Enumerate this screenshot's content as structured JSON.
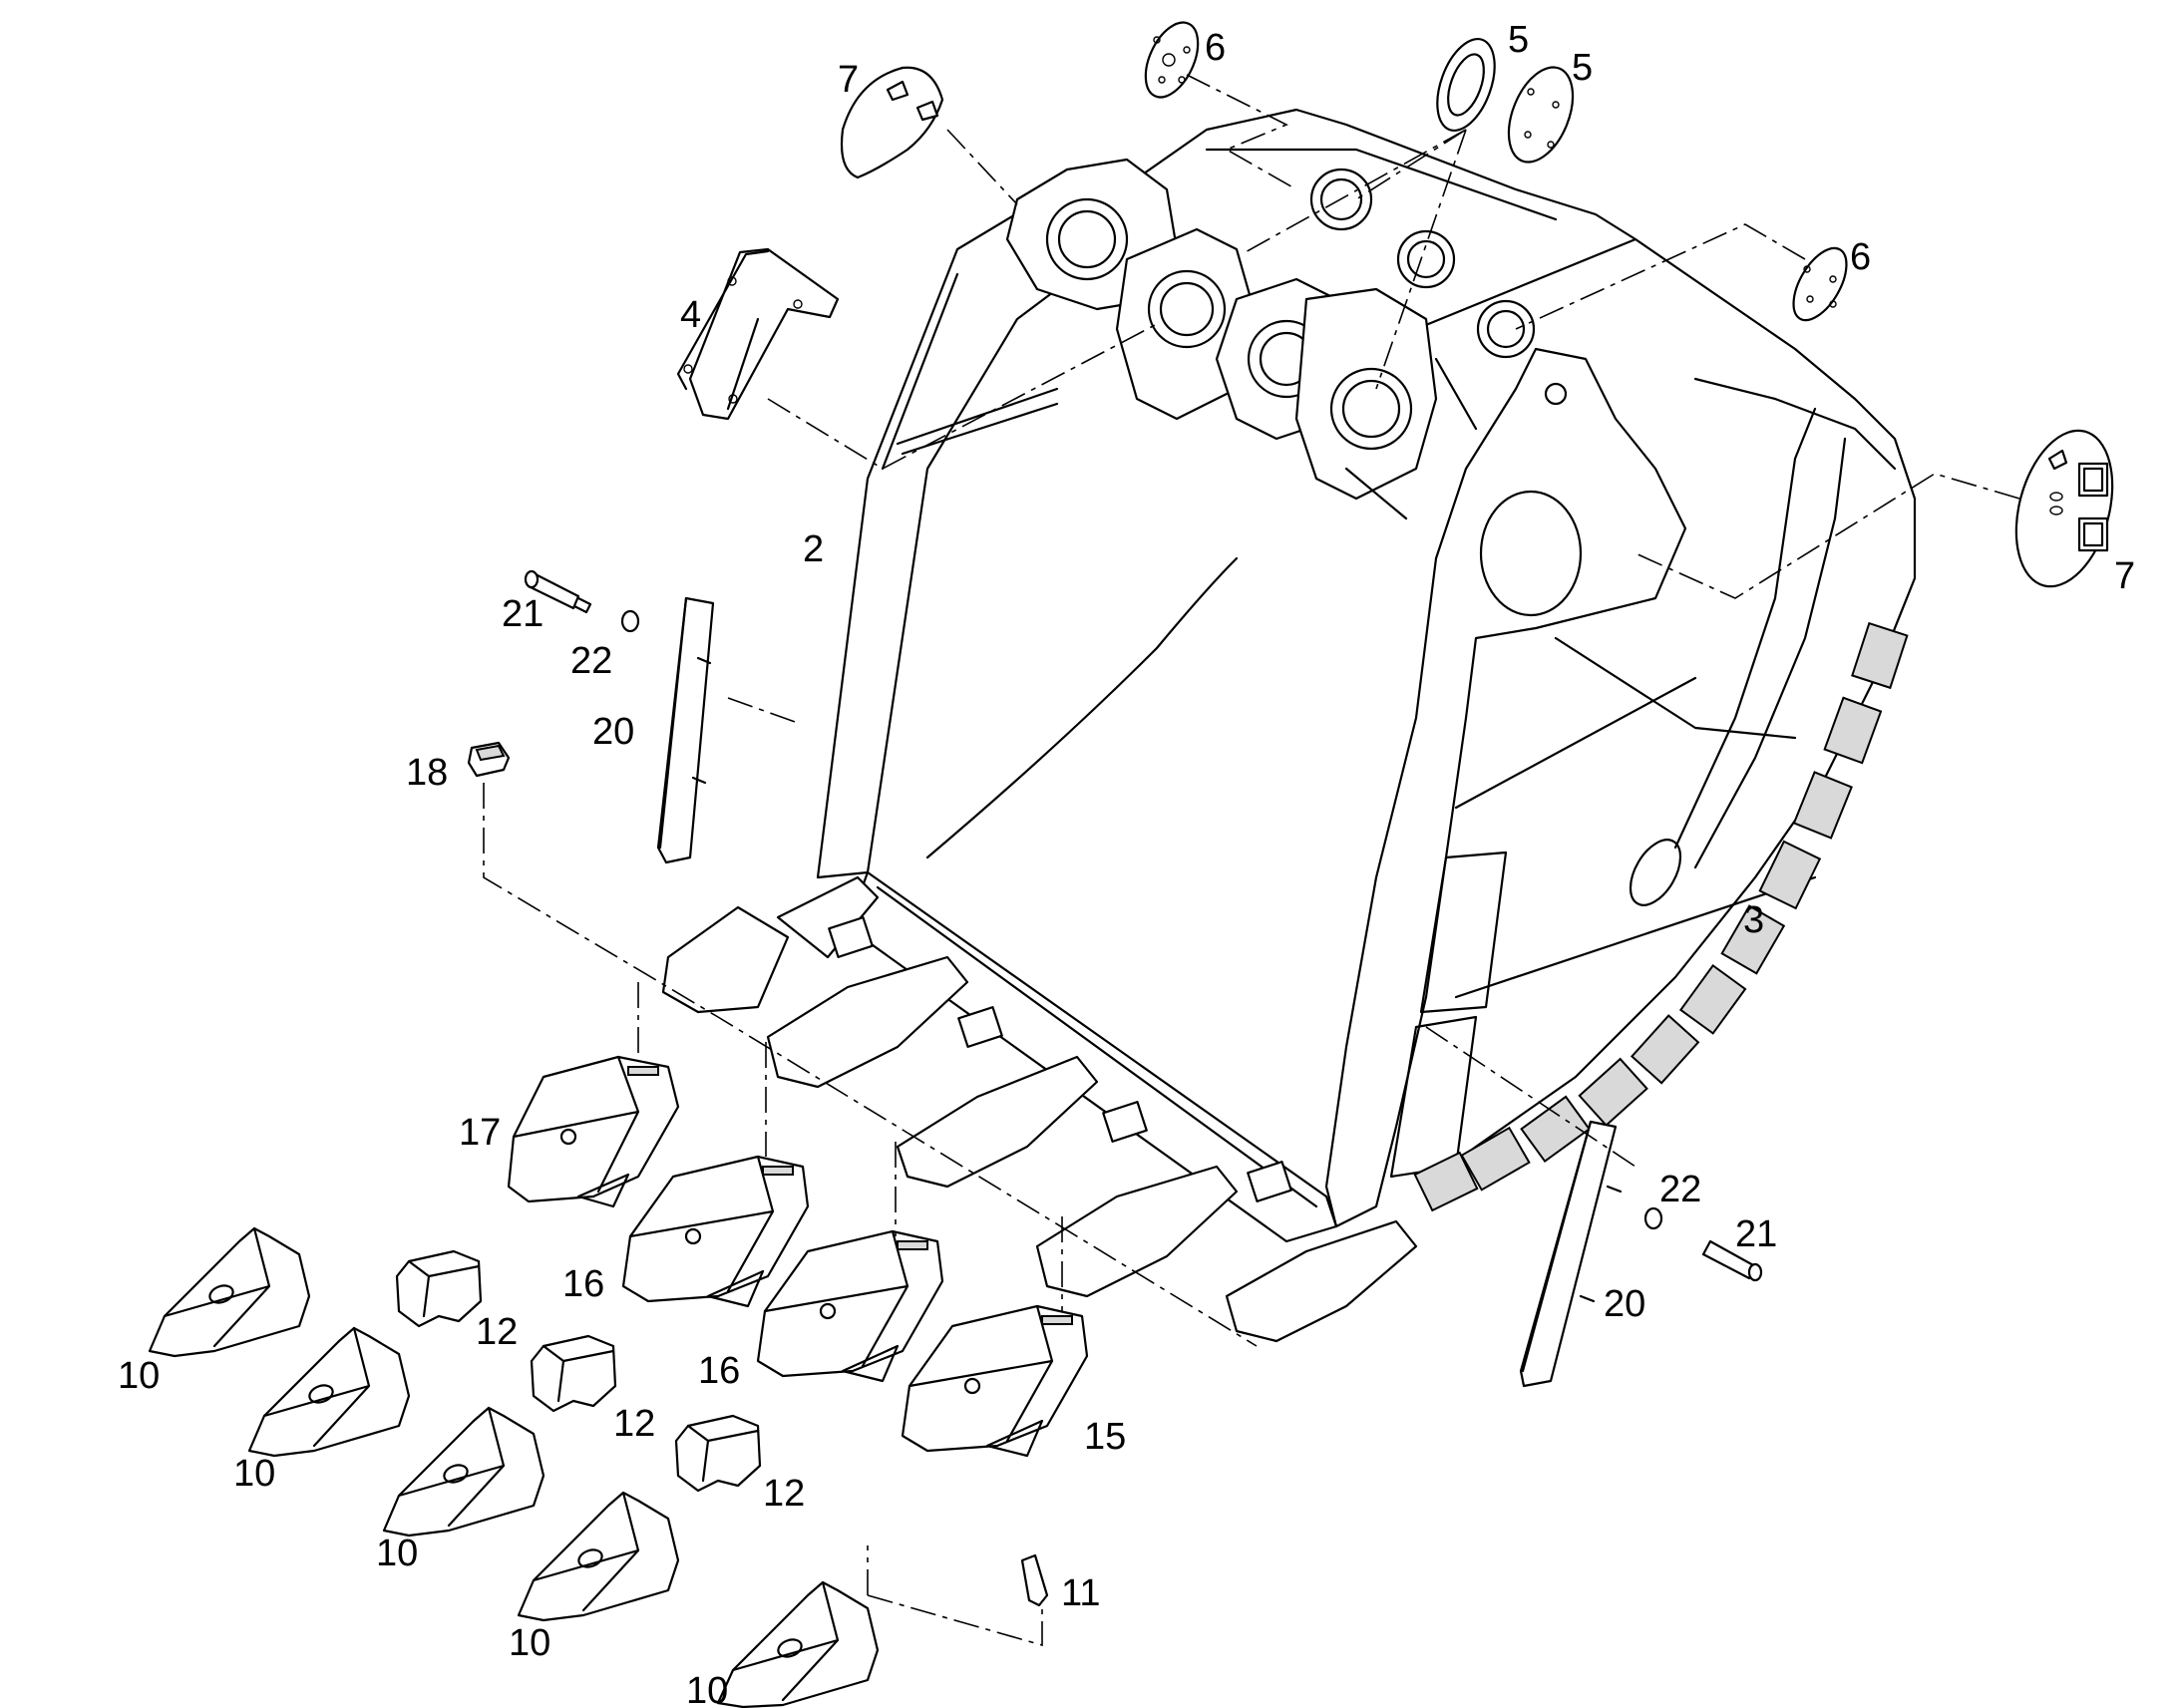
{
  "diagram": {
    "kind": "exploded parts drawing",
    "callouts": {
      "c2": "2",
      "c3": "3",
      "c4": "4",
      "c5a": "5",
      "c5b": "5",
      "c6a": "6",
      "c6b": "6",
      "c7a": "7",
      "c7b": "7",
      "c10a": "10",
      "c10b": "10",
      "c10c": "10",
      "c10d": "10",
      "c10e": "10",
      "c11": "11",
      "c12a": "12",
      "c12b": "12",
      "c12c": "12",
      "c15": "15",
      "c16a": "16",
      "c16b": "16",
      "c17": "17",
      "c18": "18",
      "c20a": "20",
      "c20b": "20",
      "c21a": "21",
      "c21b": "21",
      "c22a": "22",
      "c22b": "22"
    }
  }
}
